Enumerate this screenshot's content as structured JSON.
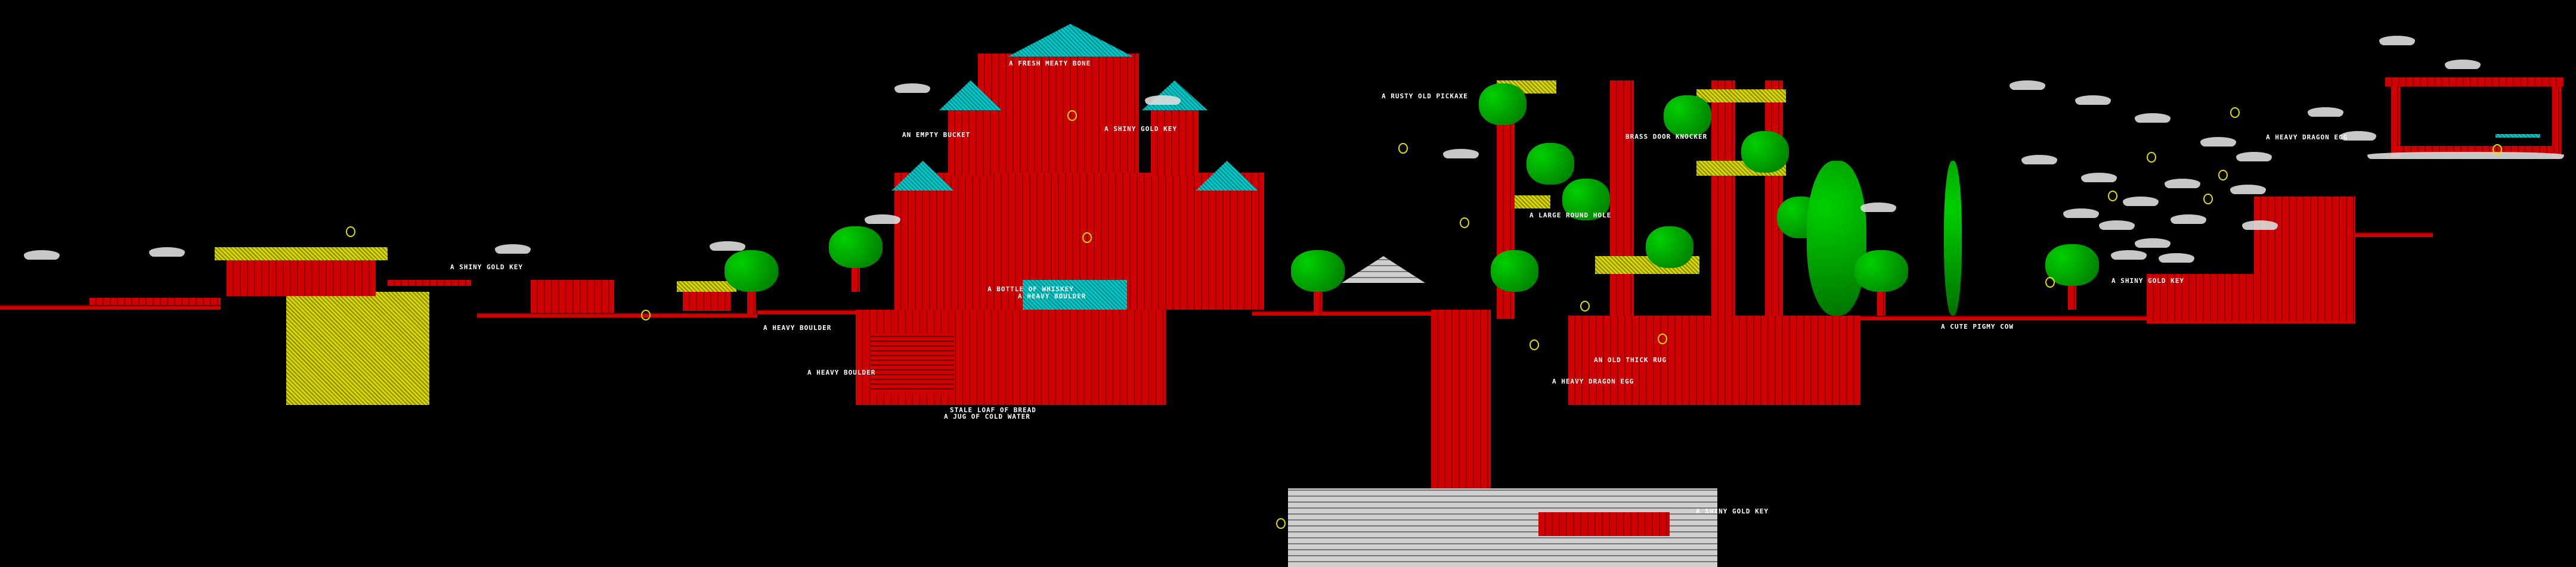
{
  "game": {
    "item_labels": [
      "A SHINY GOLD KEY",
      "A FRESH MEATY BONE",
      "AN EMPTY BUCKET",
      "A SHINY GOLD KEY",
      "A HEAVY BOULDER",
      "A HEAVY BOULDER",
      "A BOTTLE OF WHISKEY",
      "A HEAVY BOULDER",
      "STALE LOAF OF BREAD",
      "A JUG OF COLD WATER",
      "A RUSTY OLD PICKAXE",
      "BRASS DOOR KNOCKER",
      "A LARGE ROUND HOLE",
      "AN OLD THICK RUG",
      "A HEAVY DRAGON EGG",
      "A CUTE PIGMY COW",
      "A SHINY GOLD KEY",
      "A HEAVY DRAGON EGG",
      "A SHINY GOLD KEY"
    ],
    "colors": {
      "background": "#000000",
      "brick": "#d00000",
      "roof": "#00c8c8",
      "thatch": "#d8d800",
      "foliage": "#00d000",
      "cloud": "#dddddd",
      "label": "#ffffff"
    }
  }
}
